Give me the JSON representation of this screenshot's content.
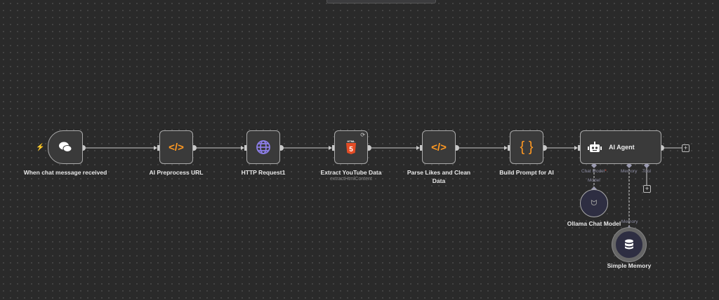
{
  "nodes": [
    {
      "id": "trigger",
      "label": "When chat message received",
      "icon": "chat-icon"
    },
    {
      "id": "preprocess",
      "label": "AI Preprocess URL",
      "icon": "code-icon"
    },
    {
      "id": "http",
      "label": "HTTP Request1",
      "icon": "globe-icon"
    },
    {
      "id": "extract",
      "label": "Extract YouTube Data",
      "subtitle": "extractHtmlContent",
      "icon": "html5-icon"
    },
    {
      "id": "parse",
      "label": "Parse Likes and Clean Data",
      "icon": "code-icon"
    },
    {
      "id": "build",
      "label": "Build Prompt for AI",
      "icon": "braces-icon"
    },
    {
      "id": "agent",
      "label": "AI Agent",
      "icon": "robot-icon"
    },
    {
      "id": "ollama",
      "label": "Ollama Chat Model",
      "icon": "llama-icon"
    },
    {
      "id": "memory",
      "label": "Simple Memory",
      "icon": "database-icon"
    }
  ],
  "agent_ports": {
    "chat_model": "Chat Model",
    "required": "*",
    "memory": "Memory",
    "tool": "Tool"
  },
  "sub_ports": {
    "model": "Model",
    "memory": "Memory"
  },
  "colors": {
    "code": "#ff9922",
    "globe": "#8c7ee8",
    "html5": "#e44d26",
    "trigger": "#e8584a"
  }
}
